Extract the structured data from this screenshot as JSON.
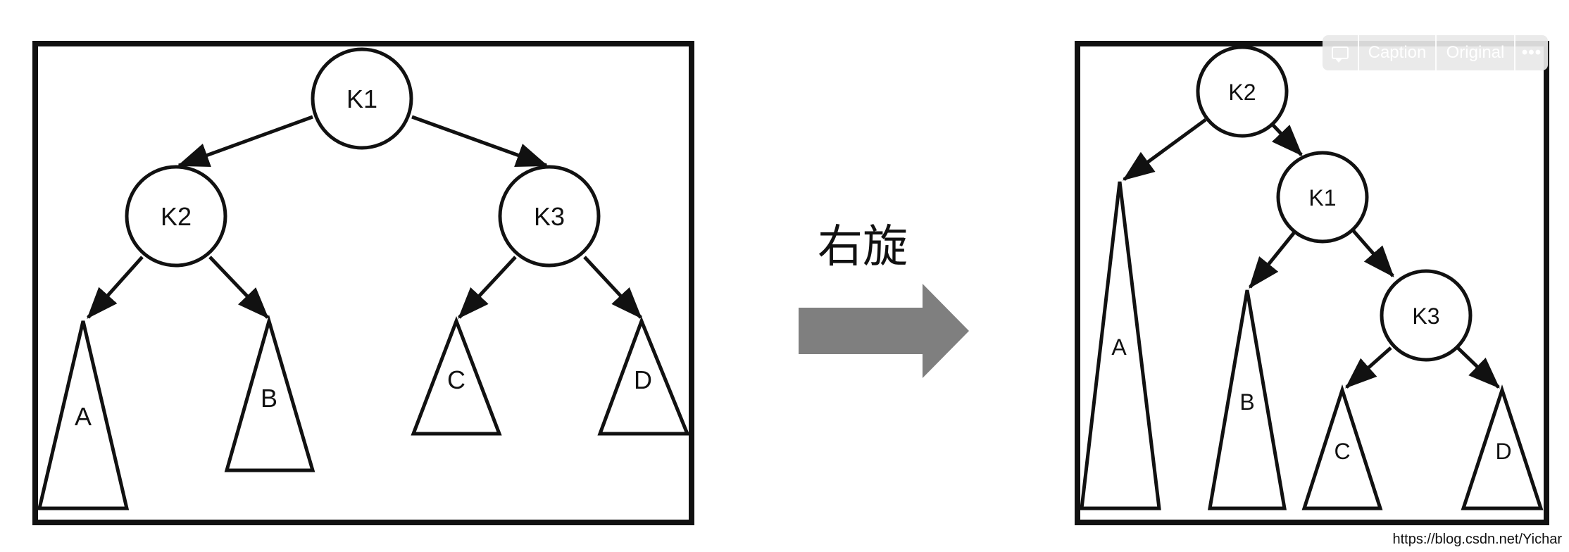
{
  "diagram": {
    "before": {
      "nodes": [
        {
          "id": "k1",
          "label": "K1"
        },
        {
          "id": "k2",
          "label": "K2"
        },
        {
          "id": "k3",
          "label": "K3"
        }
      ],
      "subtrees": [
        {
          "id": "a",
          "label": "A"
        },
        {
          "id": "b",
          "label": "B"
        },
        {
          "id": "c",
          "label": "C"
        },
        {
          "id": "d",
          "label": "D"
        }
      ],
      "edges": [
        [
          "k1",
          "k2"
        ],
        [
          "k1",
          "k3"
        ],
        [
          "k2",
          "a"
        ],
        [
          "k2",
          "b"
        ],
        [
          "k3",
          "c"
        ],
        [
          "k3",
          "d"
        ]
      ]
    },
    "after": {
      "nodes": [
        {
          "id": "k2",
          "label": "K2"
        },
        {
          "id": "k1",
          "label": "K1"
        },
        {
          "id": "k3",
          "label": "K3"
        }
      ],
      "subtrees": [
        {
          "id": "a",
          "label": "A"
        },
        {
          "id": "b",
          "label": "B"
        },
        {
          "id": "c",
          "label": "C"
        },
        {
          "id": "d",
          "label": "D"
        }
      ],
      "edges": [
        [
          "k2",
          "a"
        ],
        [
          "k2",
          "k1"
        ],
        [
          "k1",
          "b"
        ],
        [
          "k1",
          "k3"
        ],
        [
          "k3",
          "c"
        ],
        [
          "k3",
          "d"
        ]
      ]
    },
    "operation_label": "右旋",
    "arrow_color": "#7f7f7f",
    "stroke_color": "#111111"
  },
  "toolbar": {
    "comment_icon": "comment-icon",
    "caption_label": "Caption",
    "original_label": "Original",
    "more_label": "•••"
  },
  "watermark": "https://blog.csdn.net/Yichar"
}
